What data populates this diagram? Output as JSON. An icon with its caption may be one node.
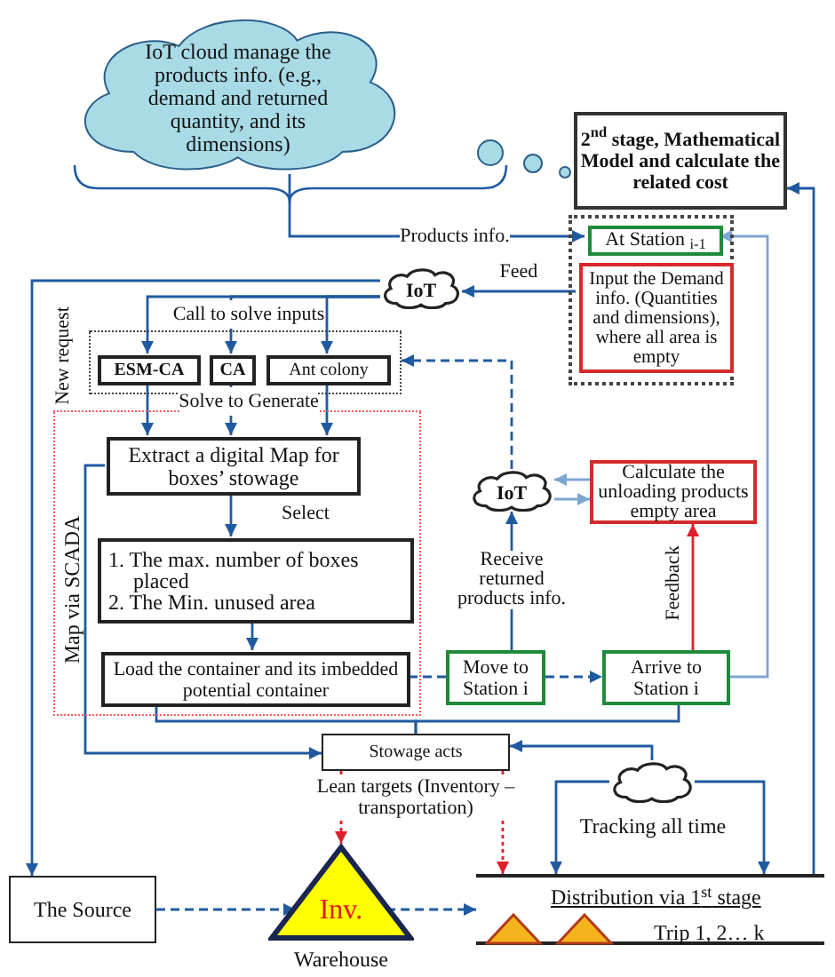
{
  "diagram": {
    "nodes": [
      {
        "text": [
          "IoT cloud manage the products info. (e.g., demand and returned quantity, and its dimensions)"
        ]
      },
      {
        "text": [
          "2$^{nd}$ stage, Mathematical Model and calculate the related cost"
        ]
      },
      {
        "text": [],
        "shape": "box"
      },
      {
        "text": [
          "At Station $_{i-1}$"
        ],
        "in": 2
      },
      {
        "text": [
          "Input the Demand info. (Quantities and dimensions), where all area is empty"
        ],
        "in": 2
      },
      {
        "text": [
          "IoT"
        ]
      },
      {
        "text": [],
        "shape": "box"
      },
      {
        "text": [
          "ESM-CA"
        ],
        "in": 6
      },
      {
        "text": [
          "CA"
        ],
        "in": 6
      },
      {
        "text": [
          "Ant colony"
        ],
        "in": 6
      },
      {
        "text": [
          "Map via SCADA"
        ]
      },
      {
        "text": [
          "Extract a digital Map for boxes’ stowage"
        ],
        "in": 10
      },
      {
        "text": [
          "1. The max. number of boxes placed",
          "2. The Min. unused area"
        ],
        "in": 10
      },
      {
        "text": [
          "Load the container and its imbedded potential container"
        ],
        "in": 10
      },
      {
        "text": [
          "IoT"
        ]
      },
      {
        "text": [
          "Calculate the unloading products empty area"
        ]
      },
      {
        "text": [
          "Move to Station i"
        ]
      },
      {
        "text": [
          "Arrive to Station i"
        ]
      },
      {
        "text": [
          "Stowage acts"
        ]
      },
      {
        "text": [
          "The Source"
        ]
      },
      {
        "text": [
          "Inv."
        ],
        "beside": [
          "Warehouse"
        ]
      },
      {
        "text": [
          "Distribution via 1$^{st}$ stage",
          "Trip 1, 2… k"
        ]
      },
      {
        "text": [],
        "shape": "cloud",
        "beside": [
          "Tracking all time"
        ]
      }
    ],
    "edges": [
      {
        "from": 0,
        "to": 3,
        "arrow": "to",
        "label": "Products info."
      },
      {
        "from": 4,
        "to": 5,
        "arrow": "to",
        "label": "Feed"
      },
      {
        "from": 5,
        "to": 19,
        "arrow": "to",
        "label": "New request"
      },
      {
        "from": 5,
        "to": 7,
        "arrow": "to"
      },
      {
        "from": 5,
        "to": 8,
        "arrow": "to",
        "label": "Call to solve inputs"
      },
      {
        "from": 5,
        "to": 9,
        "arrow": "to"
      },
      {
        "from": 7,
        "to": 11,
        "arrow": "to"
      },
      {
        "from": 8,
        "to": 11,
        "arrow": "to",
        "label": "Solve to Generate"
      },
      {
        "from": 9,
        "to": 11,
        "arrow": "to"
      },
      {
        "from": 14,
        "to": 6,
        "arrow": "to",
        "style": "dashed"
      },
      {
        "from": 11,
        "to": 12,
        "arrow": "to",
        "label": "Select"
      },
      {
        "from": 12,
        "to": 13,
        "arrow": "to"
      },
      {
        "from": 13,
        "to": 16,
        "arrow": "none",
        "style": "dashed"
      },
      {
        "from": 16,
        "to": 17,
        "arrow": "to",
        "style": "dashed"
      },
      {
        "from": 16,
        "to": 14,
        "arrow": "to",
        "label": "Receive returned products info."
      },
      {
        "from": 17,
        "to": 15,
        "arrow": "to",
        "label": "Feedback",
        "color": "#e0202a"
      },
      {
        "from": 15,
        "to": 14,
        "arrow": "to",
        "color": "#7fa6d3"
      },
      {
        "from": 14,
        "to": 15,
        "arrow": "to",
        "color": "#7fa6d3"
      },
      {
        "from": 17,
        "to": 3,
        "arrow": "to",
        "color": "#7fa6d3"
      },
      {
        "from": 21,
        "to": 1,
        "arrow": "to"
      },
      {
        "from": 11,
        "to": 18,
        "arrow": "to"
      },
      {
        "from": 13,
        "to": 18,
        "arrow": "none"
      },
      {
        "from": 17,
        "to": 18,
        "arrow": "none"
      },
      {
        "from": 22,
        "to": 18,
        "arrow": "to"
      },
      {
        "from": 22,
        "to": 21,
        "arrow": "to"
      },
      {
        "from": 22,
        "to": 21,
        "arrow": "to"
      },
      {
        "from": 18,
        "to": 20,
        "arrow": "to",
        "style": "dashed",
        "color": "#e0202a"
      },
      {
        "from": 18,
        "to": 21,
        "arrow": "to",
        "style": "dashed",
        "color": "#e0202a"
      },
      {
        "from": 19,
        "to": 20,
        "arrow": "to",
        "style": "dashed"
      },
      {
        "from": 20,
        "to": 21,
        "arrow": "to",
        "style": "dashed"
      }
    ],
    "labels": [
      "Lean targets (Inventory – transportation)"
    ]
  }
}
